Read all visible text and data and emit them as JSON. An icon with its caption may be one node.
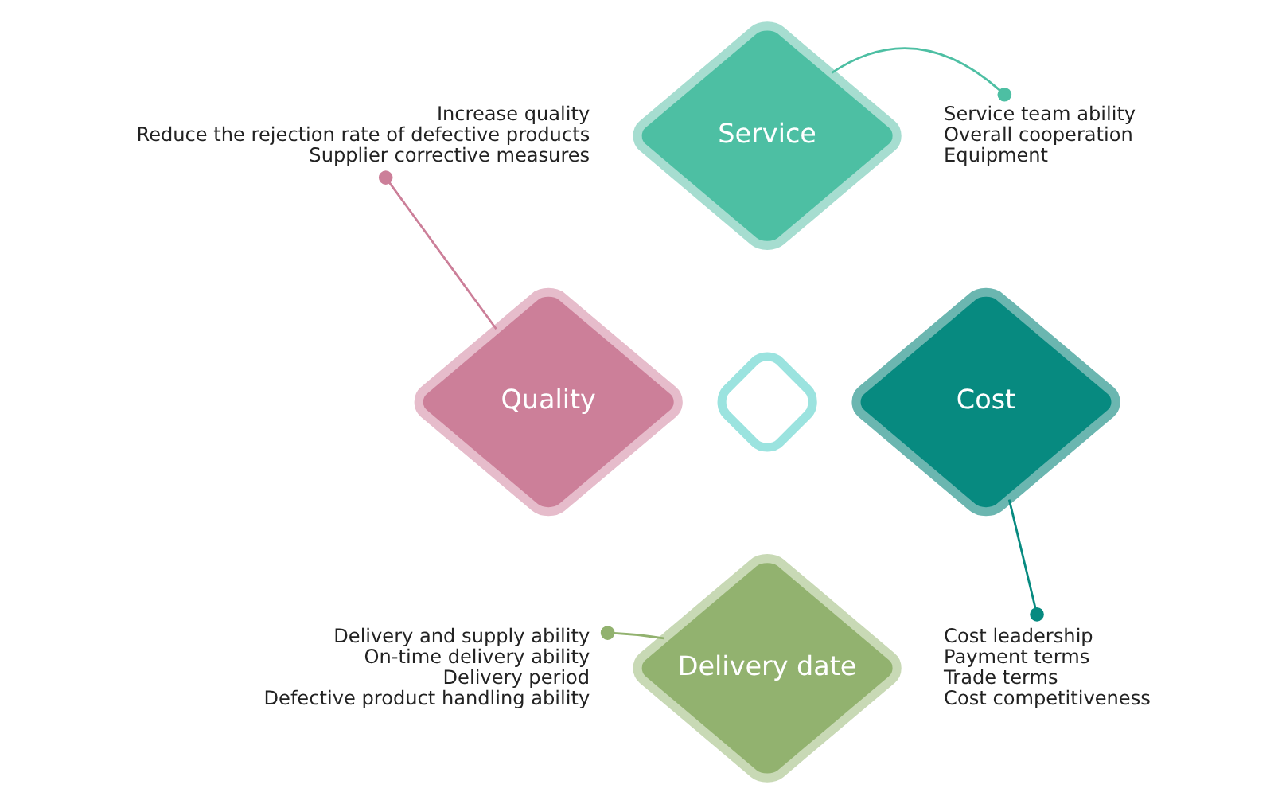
{
  "diagram": {
    "nodes": [
      {
        "text": [
          "Service"
        ]
      },
      {
        "text": [
          "Quality"
        ]
      },
      {
        "text": [],
        "shape": "diamond"
      },
      {
        "text": [
          "Cost"
        ]
      },
      {
        "text": [
          "Delivery date"
        ]
      },
      {
        "text": [
          "Increase quality",
          "Reduce the rejection rate of defective products",
          "Supplier corrective measures"
        ]
      },
      {
        "text": [
          "Service team ability",
          "Overall cooperation",
          "Equipment"
        ]
      },
      {
        "text": [
          "Delivery and supply ability",
          "On-time delivery ability",
          "Delivery period",
          "Defective product handling ability"
        ]
      },
      {
        "text": [
          "Cost leadership",
          "Payment terms",
          "Trade terms",
          "Cost competitiveness"
        ]
      }
    ],
    "edges": [
      {
        "from": 5,
        "to": 1,
        "arrow": "other",
        "color": "#cc7f99"
      },
      {
        "from": 6,
        "to": 0,
        "arrow": "other",
        "color": "#4dbfa3"
      },
      {
        "from": 7,
        "to": 4,
        "arrow": "other",
        "color": "#92b26f"
      },
      {
        "from": 8,
        "to": 3,
        "arrow": "other",
        "color": "#078a80"
      }
    ]
  }
}
